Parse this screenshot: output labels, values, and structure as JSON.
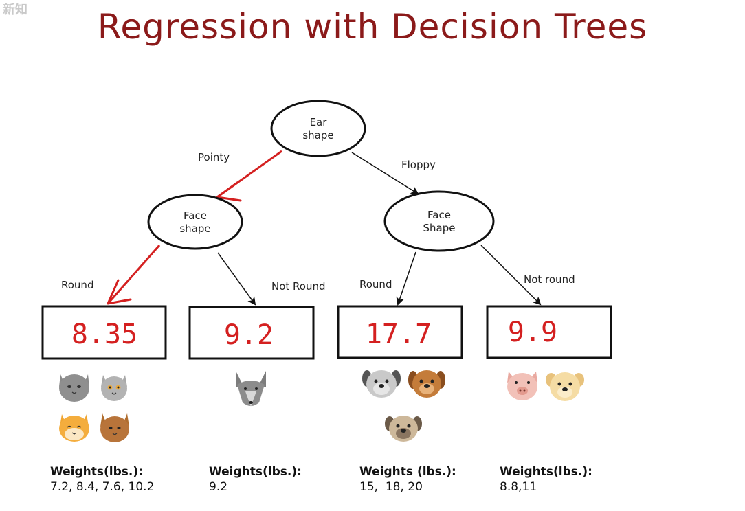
{
  "watermark": "新知",
  "title": "Regression with Decision Trees",
  "root": {
    "line1": "Ear",
    "line2": "shape"
  },
  "left_node": {
    "line1": "Face",
    "line2": "shape"
  },
  "right_node": {
    "line1": "Face",
    "line2": "Shape"
  },
  "edges": {
    "pointy": "Pointy",
    "floppy": "Floppy",
    "round_left": "Round",
    "not_round_left": "Not Round",
    "round_right": "Round",
    "not_round_right": "Not round"
  },
  "leaves": [
    {
      "value": "8.35",
      "weights_title": "Weights(lbs.):",
      "weights": "7.2, 8.4, 7.6, 10.2"
    },
    {
      "value": "9.2",
      "weights_title": "Weights(lbs.):",
      "weights": "9.2"
    },
    {
      "value": "17.7",
      "weights_title": "Weights (lbs.):",
      "weights": "15,  18, 20"
    },
    {
      "value": "9.9",
      "weights_title": "Weights(lbs.):",
      "weights": "8.8,11"
    }
  ],
  "colors": {
    "title": "#8b1a1a",
    "highlight_path": "#d42020",
    "leaf_value": "#d42020"
  }
}
